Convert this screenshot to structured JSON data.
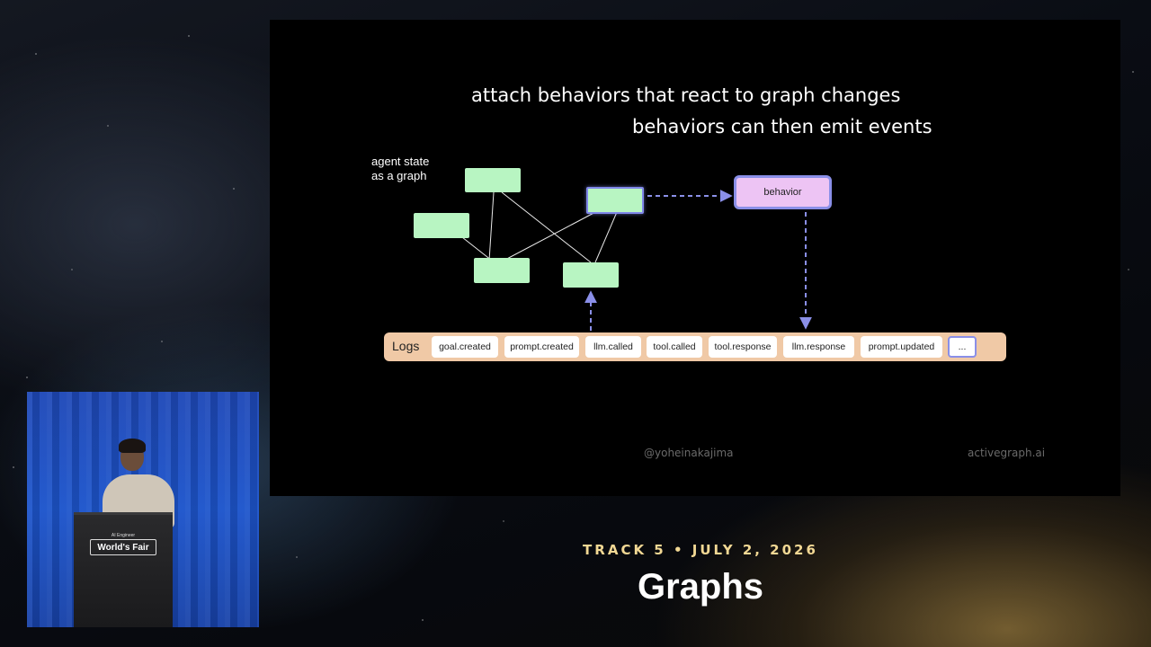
{
  "slide": {
    "title": "attach behaviors that react to graph changes",
    "subtitle": "behaviors can then emit events",
    "graph_label_line1": "agent state",
    "graph_label_line2": "as a graph",
    "behavior_label": "behavior",
    "logs_label": "Logs",
    "log_events": [
      "goal.created",
      "prompt.created",
      "llm.called",
      "tool.called",
      "tool.response",
      "llm.response",
      "prompt.updated",
      "..."
    ],
    "handle_left": "@yoheinakajima",
    "handle_right": "activegraph.ai"
  },
  "speaker_feed": {
    "podium_small_text": "AI Engineer",
    "podium_text": "World's Fair"
  },
  "overlay": {
    "track": "TRACK 5 • JULY 2, 2026",
    "session_title": "Graphs"
  },
  "colors": {
    "node": "#b8f5c2",
    "behavior": "#edc4f4",
    "accent": "#8a8fe8",
    "logs_bar": "#f0c9a6",
    "track_text": "#f2d894"
  }
}
